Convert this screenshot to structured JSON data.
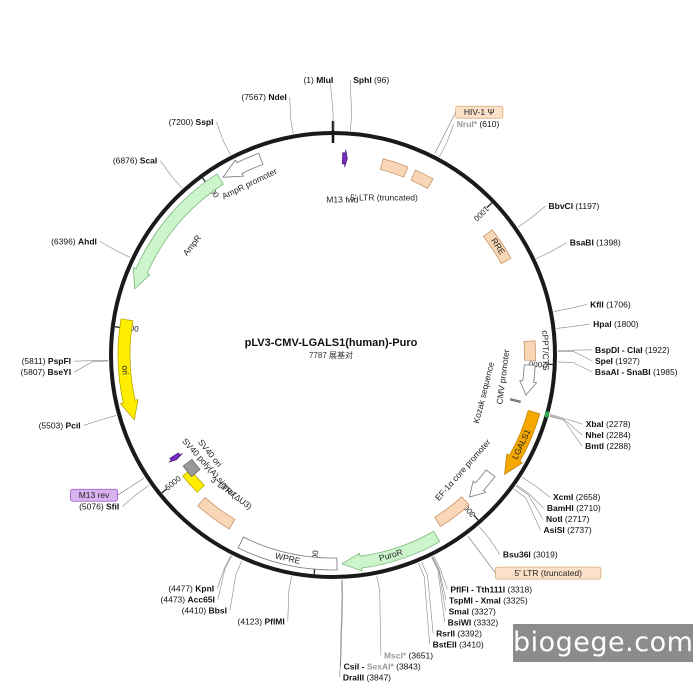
{
  "plasmid": {
    "name": "pLV3-CMV-LGALS1(human)-Puro",
    "subtitle": "7787 展基对",
    "length": 7787,
    "colors": {
      "backbone": "#1a1a1a",
      "resistance": "#ccf5cc",
      "ori": "#ffee00",
      "ltr": "#f9d6b6",
      "cds": "#f5a800",
      "promoter": "#ffffff",
      "primer": "#7a2bbf",
      "gray": "#9a9a9a"
    }
  },
  "ticks": [
    {
      "pos": 1000,
      "label": "1000"
    },
    {
      "pos": 2000,
      "label": "2000"
    },
    {
      "pos": 3000,
      "label": "3000"
    },
    {
      "pos": 4000,
      "label": "4000"
    },
    {
      "pos": 5000,
      "label": "5000"
    },
    {
      "pos": 6000,
      "label": "6000"
    },
    {
      "pos": 7000,
      "label": "7000"
    }
  ],
  "features": [
    {
      "name": "AmpR promoter",
      "start": 7100,
      "end": 7350,
      "type": "promoter",
      "dir": -1,
      "ring": 0
    },
    {
      "name": "AmpR",
      "start": 6240,
      "end": 7080,
      "type": "resistance",
      "dir": -1,
      "ring": 0
    },
    {
      "name": "ori",
      "start": 5450,
      "end": 6050,
      "type": "ori",
      "dir": -1,
      "ring": 0
    },
    {
      "name": "M13 fwd",
      "start": 60,
      "end": 90,
      "type": "primer",
      "dir": 1,
      "ring": 1
    },
    {
      "name": "5' LTR (truncated)",
      "start": 310,
      "end": 470,
      "type": "ltr",
      "dir": 0,
      "ring": 1
    },
    {
      "name": "HIV-1 Ψ",
      "start": 520,
      "end": 640,
      "type": "ltr",
      "dir": 0,
      "ring": 1
    },
    {
      "name": "RRE",
      "start": 1120,
      "end": 1330,
      "type": "ltr",
      "dir": 0,
      "ring": 1
    },
    {
      "name": "cPPT/CTS",
      "start": 1860,
      "end": 1980,
      "type": "ltr",
      "dir": 0,
      "ring": 1
    },
    {
      "name": "CMV promoter",
      "start": 2010,
      "end": 2200,
      "type": "promoter",
      "dir": 1,
      "ring": 1
    },
    {
      "name": "Kozak sequence",
      "start": 2245,
      "end": 2255,
      "type": "gray",
      "dir": 0,
      "ring": 2
    },
    {
      "name": "LGALS1",
      "start": 2290,
      "end": 2700,
      "type": "cds",
      "dir": 1,
      "ring": 0
    },
    {
      "name": "EF-1α core promoter",
      "start": 2745,
      "end": 2945,
      "type": "promoter",
      "dir": 1,
      "ring": 1
    },
    {
      "name": "5' LTR (truncated)",
      "start": 2980,
      "end": 3200,
      "type": "ltr",
      "dir": 0,
      "ring": 1
    },
    {
      "name": "PuroR",
      "start": 3250,
      "end": 3840,
      "type": "resistance",
      "dir": 1,
      "ring": 0
    },
    {
      "name": "WPRE",
      "start": 3870,
      "end": 4460,
      "type": "promoter",
      "dir": 0,
      "ring": 0
    },
    {
      "name": "3' LTR (ΔU3)",
      "start": 4560,
      "end": 4800,
      "type": "ltr",
      "dir": 0,
      "ring": 1
    },
    {
      "name": "SV40 poly(A) signal",
      "start": 4860,
      "end": 5000,
      "type": "ori",
      "dir": 0,
      "ring": 2
    },
    {
      "name": "SV40 ori",
      "start": 4960,
      "end": 5050,
      "type": "gray",
      "dir": 0,
      "ring": 3
    },
    {
      "name": "M13 rev",
      "start": 5110,
      "end": 5140,
      "type": "primer",
      "dir": -1,
      "ring": 2
    }
  ],
  "feature_labels": [
    {
      "text": "M13 fwd",
      "feature": "M13 fwd"
    },
    {
      "text": "5' LTR (truncated)",
      "feature": "5' LTR (truncated)"
    },
    {
      "text": "AmpR promoter",
      "feature": "AmpR promoter"
    },
    {
      "text": "AmpR",
      "feature": "AmpR"
    },
    {
      "text": "ori",
      "feature": "ori"
    },
    {
      "text": "RRE",
      "feature": "RRE"
    },
    {
      "text": "cPPT/CTS",
      "feature": "cPPT/CTS"
    },
    {
      "text": "CMV promoter",
      "feature": "CMV promoter"
    },
    {
      "text": "Kozak sequence",
      "feature": "Kozak sequence"
    },
    {
      "text": "LGALS1",
      "feature": "LGALS1"
    },
    {
      "text": "EF-1α core promoter",
      "feature": "EF-1α core promoter"
    },
    {
      "text": "PuroR",
      "feature": "PuroR"
    },
    {
      "text": "WPRE",
      "feature": "WPRE"
    },
    {
      "text": "3' LTR (ΔU3)",
      "feature": "3' LTR (ΔU3)"
    },
    {
      "text": "SV40 poly(A) signal",
      "feature": "SV40 poly(A) signal"
    },
    {
      "text": "SV40 ori",
      "feature": "SV40 ori"
    }
  ],
  "boxed_labels": [
    {
      "text": "HIV-1 Ψ",
      "pos": 580,
      "style": "ltr"
    },
    {
      "text": "5' LTR (truncated)",
      "pos": 3100,
      "style": "ltr"
    },
    {
      "text": "M13 rev",
      "pos": 5125,
      "style": "primer"
    }
  ],
  "sites": [
    {
      "name": "MluI",
      "pos": 1,
      "label": "(1)",
      "side": "left"
    },
    {
      "name": "SphI",
      "pos": 96,
      "label": "(96)",
      "side": "right"
    },
    {
      "name": "NruI*",
      "pos": 610,
      "label": "(610)",
      "side": "right",
      "gray": true
    },
    {
      "name": "BbvCI",
      "pos": 1197,
      "label": "(1197)",
      "side": "right"
    },
    {
      "name": "BsaBI",
      "pos": 1398,
      "label": "(1398)",
      "side": "right"
    },
    {
      "name": "KflI",
      "pos": 1706,
      "label": "(1706)",
      "side": "right"
    },
    {
      "name": "HpaI",
      "pos": 1800,
      "label": "(1800)",
      "side": "right"
    },
    {
      "name": "BspDI - ClaI",
      "pos": 1922,
      "label": "(1922)",
      "side": "right"
    },
    {
      "name": "SpeI",
      "pos": 1927,
      "label": "(1927)",
      "side": "right"
    },
    {
      "name": "BsaAI - SnaBI",
      "pos": 1985,
      "label": "(1985)",
      "side": "right"
    },
    {
      "name": "XbaI",
      "pos": 2278,
      "label": "(2278)",
      "side": "right"
    },
    {
      "name": "NheI",
      "pos": 2284,
      "label": "(2284)",
      "side": "right"
    },
    {
      "name": "BmtI",
      "pos": 2288,
      "label": "(2288)",
      "side": "right"
    },
    {
      "name": "XcmI",
      "pos": 2658,
      "label": "(2658)",
      "side": "right"
    },
    {
      "name": "BamHI",
      "pos": 2710,
      "label": "(2710)",
      "side": "right"
    },
    {
      "name": "NotI",
      "pos": 2717,
      "label": "(2717)",
      "side": "right"
    },
    {
      "name": "AsiSI",
      "pos": 2737,
      "label": "(2737)",
      "side": "right"
    },
    {
      "name": "Bsu36I",
      "pos": 3019,
      "label": "(3019)",
      "side": "right"
    },
    {
      "name": "PflFI - Tth111I",
      "pos": 3318,
      "label": "(3318)",
      "side": "right"
    },
    {
      "name": "TspMI - XmaI",
      "pos": 3325,
      "label": "(3325)",
      "side": "right"
    },
    {
      "name": "SmaI",
      "pos": 3327,
      "label": "(3327)",
      "side": "right"
    },
    {
      "name": "BsiWI",
      "pos": 3332,
      "label": "(3332)",
      "side": "right"
    },
    {
      "name": "RsrII",
      "pos": 3392,
      "label": "(3392)",
      "side": "right"
    },
    {
      "name": "BstEII",
      "pos": 3410,
      "label": "(3410)",
      "side": "right"
    },
    {
      "name": "MscI*",
      "pos": 3651,
      "label": "(3651)",
      "side": "right",
      "gray": true
    },
    {
      "name": "CsiI - SexAI*",
      "pos": 3843,
      "label": "(3843)",
      "side": "right",
      "partGray": "SexAI*"
    },
    {
      "name": "DraIII",
      "pos": 3847,
      "label": "(3847)",
      "side": "left"
    },
    {
      "name": "PflMI",
      "pos": 4123,
      "label": "(4123)",
      "side": "left"
    },
    {
      "name": "BbsI",
      "pos": 4410,
      "label": "(4410)",
      "side": "left"
    },
    {
      "name": "Acc65I",
      "pos": 4473,
      "label": "(4473)",
      "side": "left"
    },
    {
      "name": "KpnI",
      "pos": 4477,
      "label": "(4477)",
      "side": "left"
    },
    {
      "name": "SfiI",
      "pos": 5076,
      "label": "(5076)",
      "side": "left"
    },
    {
      "name": "PciI",
      "pos": 5503,
      "label": "(5503)",
      "side": "left"
    },
    {
      "name": "BseYI",
      "pos": 5807,
      "label": "(5807)",
      "side": "left"
    },
    {
      "name": "PspFI",
      "pos": 5811,
      "label": "(5811)",
      "side": "left"
    },
    {
      "name": "AhdI",
      "pos": 6396,
      "label": "(6396)",
      "side": "left"
    },
    {
      "name": "ScaI",
      "pos": 6876,
      "label": "(6876)",
      "side": "left"
    },
    {
      "name": "SspI",
      "pos": 7200,
      "label": "(7200)",
      "side": "left"
    },
    {
      "name": "NdeI",
      "pos": 7567,
      "label": "(7567)",
      "side": "left"
    }
  ],
  "watermark": "biogege.com"
}
